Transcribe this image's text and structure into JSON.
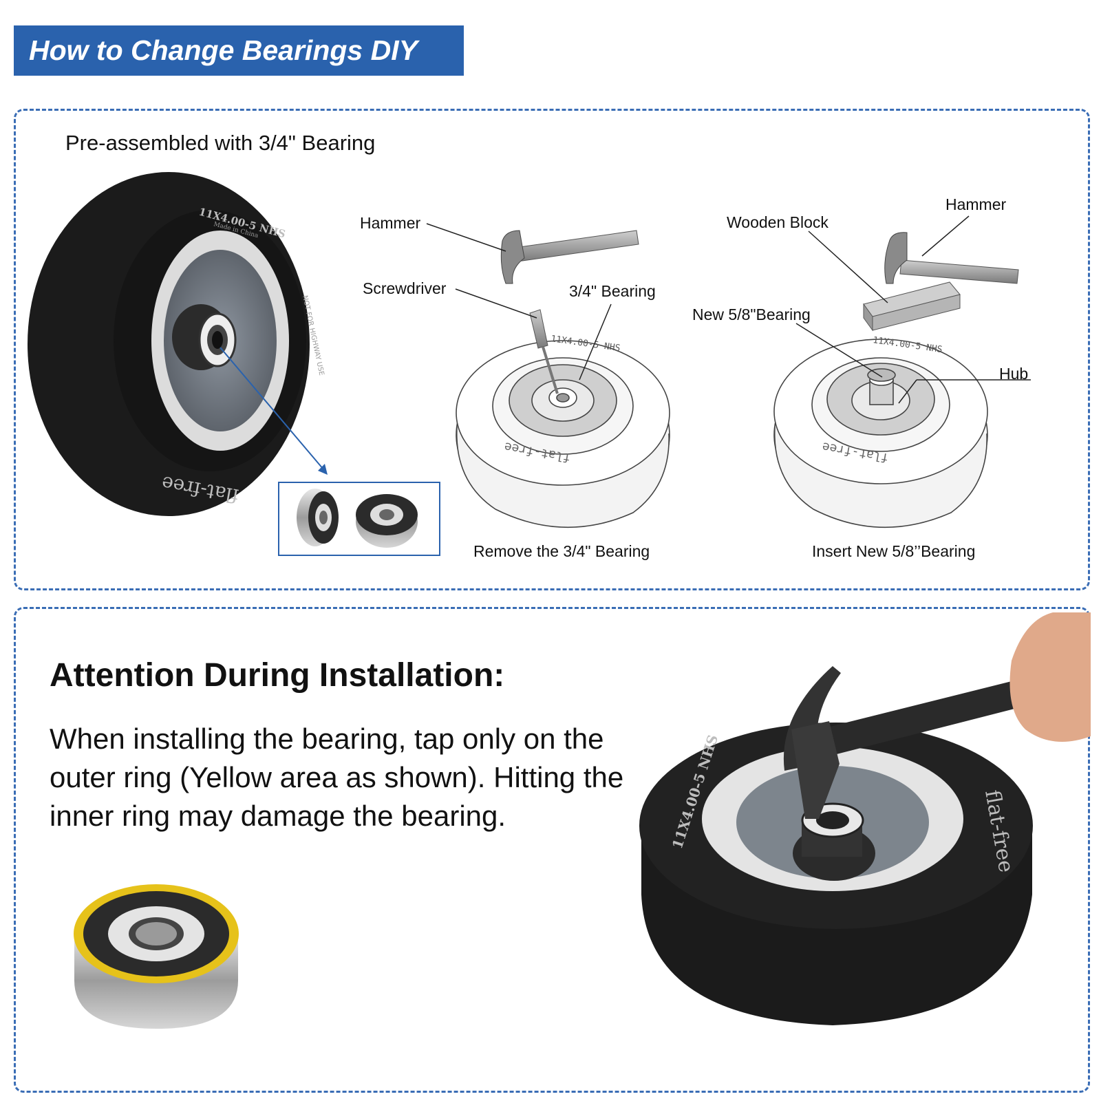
{
  "header": {
    "title": "How to Change Bearings DIY"
  },
  "colors": {
    "accent": "#2a62ad",
    "panel_border": "#3a6db5",
    "tap_area": "#e6c21a",
    "tire": "#1b1b1b",
    "rim": "#d9d9d9"
  },
  "section1": {
    "title": "Pre-assembled with 3/4\" Bearing",
    "tire_text": {
      "size": "11X4.00-5 NHS",
      "origin": "Made in China",
      "brand": "flat-free",
      "warning": "NOT FOR HIGHWAY USE"
    },
    "step1": {
      "labels": {
        "hammer": "Hammer",
        "screwdriver": "Screwdriver",
        "bearing": "3/4\" Bearing"
      },
      "caption": "Remove the 3/4\" Bearing"
    },
    "step2": {
      "labels": {
        "hammer": "Hammer",
        "wooden_block": "Wooden Block",
        "new_bearing": "New 5/8\"Bearing",
        "hub": "Hub"
      },
      "caption": "Insert New 5/8’’Bearing"
    }
  },
  "section2": {
    "title": "Attention During Installation:",
    "body_lines": [
      "When installing the bearing, tap only on the",
      "outer ring (Yellow area as shown). Hitting the",
      "inner ring may damage the bearing."
    ]
  }
}
